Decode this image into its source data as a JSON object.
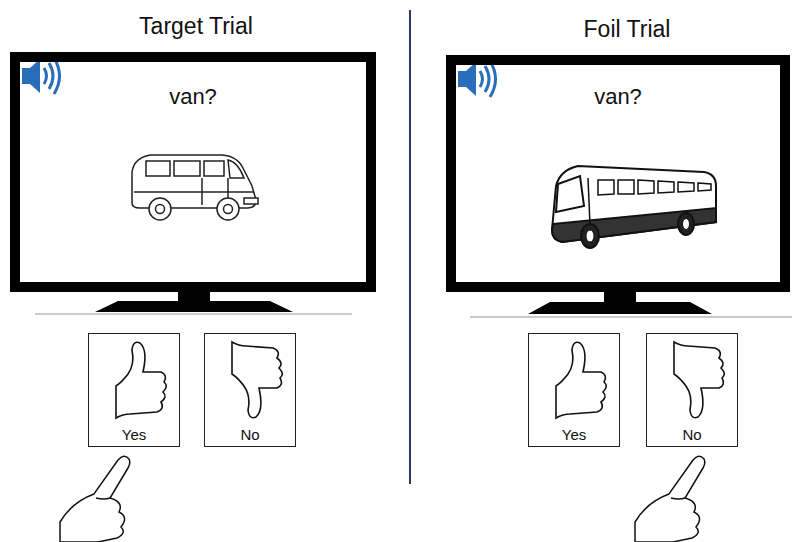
{
  "diagram": {
    "nodes": [
      {
        "text": [
          "van?"
        ]
      },
      {
        "text": [
          "Yes"
        ]
      },
      {
        "text": [
          "No"
        ]
      },
      {
        "text": [
          "van?"
        ]
      },
      {
        "text": [
          "Yes"
        ]
      },
      {
        "text": [
          "No"
        ]
      }
    ],
    "labels": [
      "Target Trial",
      "Foil Trial"
    ]
  }
}
